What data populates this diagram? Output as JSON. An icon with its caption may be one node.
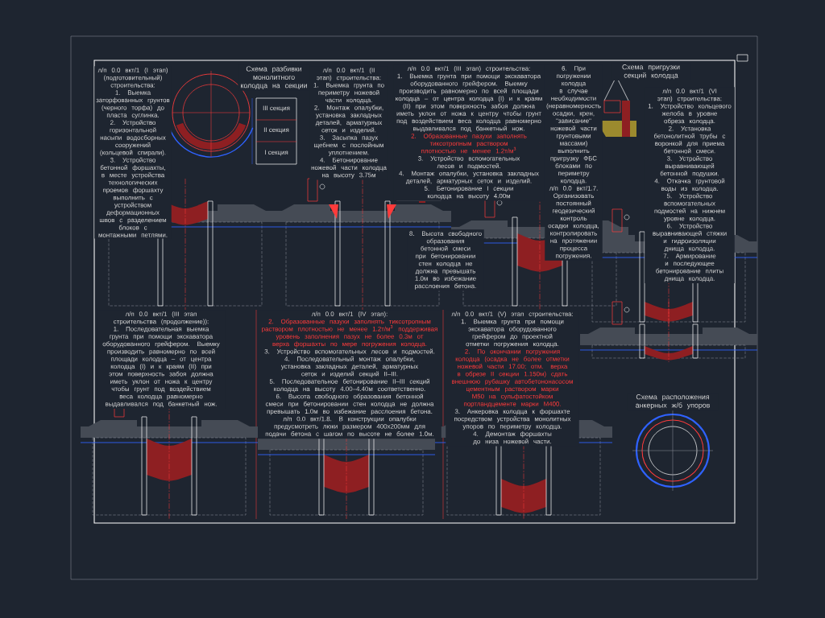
{
  "diagram": {
    "labels": [
      "л/п 0.0 вкт/1 (I этап) (подготовительный) строительства:",
      "1. Выемка заторфованных грунтов (черного торфа) до пласта суглинка.",
      "2. Устройство горизонтальной насыпи водосборных сооружений (кольцевой спирали).",
      "3. Устройство бетонной форшахты, в месте устройства технологических проемов форшахту выполнить с устройством деформационных швов с разделением блоков с монтажными петлями.",
      "Схема разбивки монолитного колодца на секции",
      "III секция",
      "II секция",
      "I секция",
      "л/п 0.0 вкт/1 (II этап) строительства:",
      "1. Выемка грунта по периметру ножевой части колодца.",
      "2. Монтаж опалубки, установка закладных деталей, арматурных сеток и изделий.",
      "3. Засыпка пазух щебнем с послойным уплотнением.",
      "4. Бетонирование ножевой части колодца на высоту 3.75м",
      "л/п 0.0 вкт/1 (III этап) строительства:",
      "1. Выемка грунта при помощи экскаватора оборудованного грейфером. Выемку производить равномерно по всей площади колодца – от центра колодца (I) и к краям (II) при этом поверхность забоя должна иметь уклон от ножа к центру чтобы грунт под воздействием веса колодца равномерно выдавливался под банкетный нож.",
      "2. Образованные пазухи заполнять тиксотропным раствором плотностью не менее 1.2т/м$^{3}$",
      "3. Устройство вспомогательных лесов и подмостей.",
      "4. Монтаж опалубки, установка закладных деталей, арматурных сеток и изделий.",
      "5. Бетонирование I секции колодца на высоту 4.00м",
      "6. При погружении колодца в случае необходимости (неравномерность осадки, крен, \"зависание\" ножевой части грунтовыми массами) выполнить пригрузку ФБС блоками по периметру колодца.",
      "л/п 0.0 вкт/1.7. Организовать постоянный геодезический контроль осадки колодца, контролировать на протяжении процесса погружения.",
      "Схема пригрузки секций колодца",
      "л/п 0.0 вкт/1 (VI этап) строительства:",
      "1. Устройство кольцевого желоба в уровне обреза колодца.",
      "2. Установка бетонолитной трубы с воронкой для приема бетонной смеси.",
      "3. Устройство выравнивающей бетонной подушки.",
      "4. Откачка грунтовой воды из колодца.",
      "5. Устройство вспомогательных подмостей на нижнем уровне колодца.",
      "6. Устройство выравнивающей стяжки и гидроизоляции днища колодца.",
      "7. Армирование и последующее бетонирование плиты днища колодца.",
      "8. Высота свободного образования бетонной смеси при бетонировании стен колодца не должна превышать 1.0м во избежание расслоения бетона.",
      "л/п 0.0 вкт/1 (III этап строительства (продолжение)):",
      "1. Последовательная выемка грунта при помощи экскаватора оборудованного грейфером. Выемку производить равномерно по всей площади колодца – от центра колодца (I) и к краям (II) при этом поверхность забоя должна иметь уклон от ножа к центру чтобы грунт под воздействием веса колодца равномерно выдавливался под банкетный нож.",
      "л/п 0.0 вкт/1 (IV этап):",
      "2. Образованные пазухи заполнять тиксотропным раствором плотностью не менее 1.2т/м$^{3}$ поддерживая уровень заполнения пазух не более 0.3м от верха форшахты по мере погружения колодца.",
      "3. Устройство вспомогательных лесов и подмостей.",
      "4. Последовательный монтаж опалубки, установка закладных деталей, арматурных сеток и изделий секций II–III.",
      "5. Последовательное бетонирование II–III секций колодца на высоту 4.00–4.40м соответственно.",
      "6. Высота свободного образования бетонной смеси при бетонировании стен колодца не должна превышать 1.0м во избежание расслоения бетона.",
      "л/п 0.0 вкт/1.8. В конструкции опалубки предусмотреть люки размером 400х200мм для подачи бетона с шагом по высоте не более 1.0м.",
      "л/п 0.0 вкт/1 (V) этап строительства:",
      "1. Выемка грунта при помощи экскаватора оборудованного грейфером до проектной отметки погружения колодца.",
      "2. По окончании погружения колодца (осадка не более отметки ножевой части 17.00; отм. верха в обрезе II секции 1.150м) сдать внешнюю рубашку автобетононасосом цементным раствором марки М50 на сульфатостойком портландцементе марки М400.",
      "3. Анкеровка колодца к форшахте посредством устройства монолитных упоров по периметру колодца.",
      "4. Демонтаж форшахты до низа ножевой части.",
      "Схема расположения анкерных ж/б упоров"
    ]
  }
}
